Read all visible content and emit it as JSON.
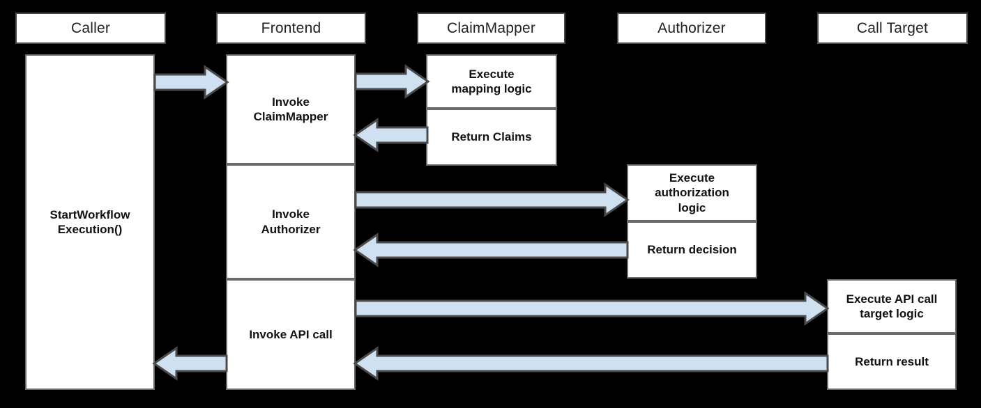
{
  "diagram": {
    "type": "sequence-diagram",
    "background_color": "#000000",
    "box_fill_color": "#ffffff",
    "box_border_color": "#6b6b6b",
    "arrow_fill_color": "#cfe0f1",
    "arrow_border_color": "#4a4a4a"
  },
  "lifelines": [
    {
      "id": "caller",
      "label": "Caller"
    },
    {
      "id": "frontend",
      "label": "Frontend"
    },
    {
      "id": "claimmapper",
      "label": "ClaimMapper"
    },
    {
      "id": "authorizer",
      "label": "Authorizer"
    },
    {
      "id": "calltarget",
      "label": "Call Target"
    }
  ],
  "activations": {
    "caller": [
      {
        "id": "caller-start",
        "label": "StartWorkflow\nExecution()"
      }
    ],
    "frontend": [
      {
        "id": "frontend-invoke-claimmapper",
        "label": "Invoke\nClaimMapper"
      },
      {
        "id": "frontend-invoke-authorizer",
        "label": "Invoke\nAuthorizer"
      },
      {
        "id": "frontend-invoke-api-call",
        "label": "Invoke API call"
      }
    ],
    "claimmapper": [
      {
        "id": "claimmapper-execute",
        "label": "Execute\nmapping logic"
      },
      {
        "id": "claimmapper-return",
        "label": "Return Claims"
      }
    ],
    "authorizer": [
      {
        "id": "authorizer-execute",
        "label": "Execute\nauthorization\nlogic"
      },
      {
        "id": "authorizer-return",
        "label": "Return decision"
      }
    ],
    "calltarget": [
      {
        "id": "calltarget-execute",
        "label": "Execute API call\ntarget logic"
      },
      {
        "id": "calltarget-return",
        "label": "Return result"
      }
    ]
  },
  "messages": [
    {
      "id": "msg-caller-to-frontend",
      "from": "caller",
      "to": "frontend",
      "direction": "right",
      "label": ""
    },
    {
      "id": "msg-frontend-to-claimmapper",
      "from": "frontend",
      "to": "claimmapper",
      "direction": "right",
      "label": ""
    },
    {
      "id": "msg-claimmapper-to-frontend",
      "from": "claimmapper",
      "to": "frontend",
      "direction": "left",
      "label": ""
    },
    {
      "id": "msg-frontend-to-authorizer",
      "from": "frontend",
      "to": "authorizer",
      "direction": "right",
      "label": ""
    },
    {
      "id": "msg-authorizer-to-frontend",
      "from": "authorizer",
      "to": "frontend",
      "direction": "left",
      "label": ""
    },
    {
      "id": "msg-frontend-to-calltarget",
      "from": "frontend",
      "to": "calltarget",
      "direction": "right",
      "label": ""
    },
    {
      "id": "msg-calltarget-to-frontend",
      "from": "calltarget",
      "to": "frontend",
      "direction": "left",
      "label": ""
    },
    {
      "id": "msg-frontend-to-caller",
      "from": "frontend",
      "to": "caller",
      "direction": "left",
      "label": ""
    }
  ]
}
